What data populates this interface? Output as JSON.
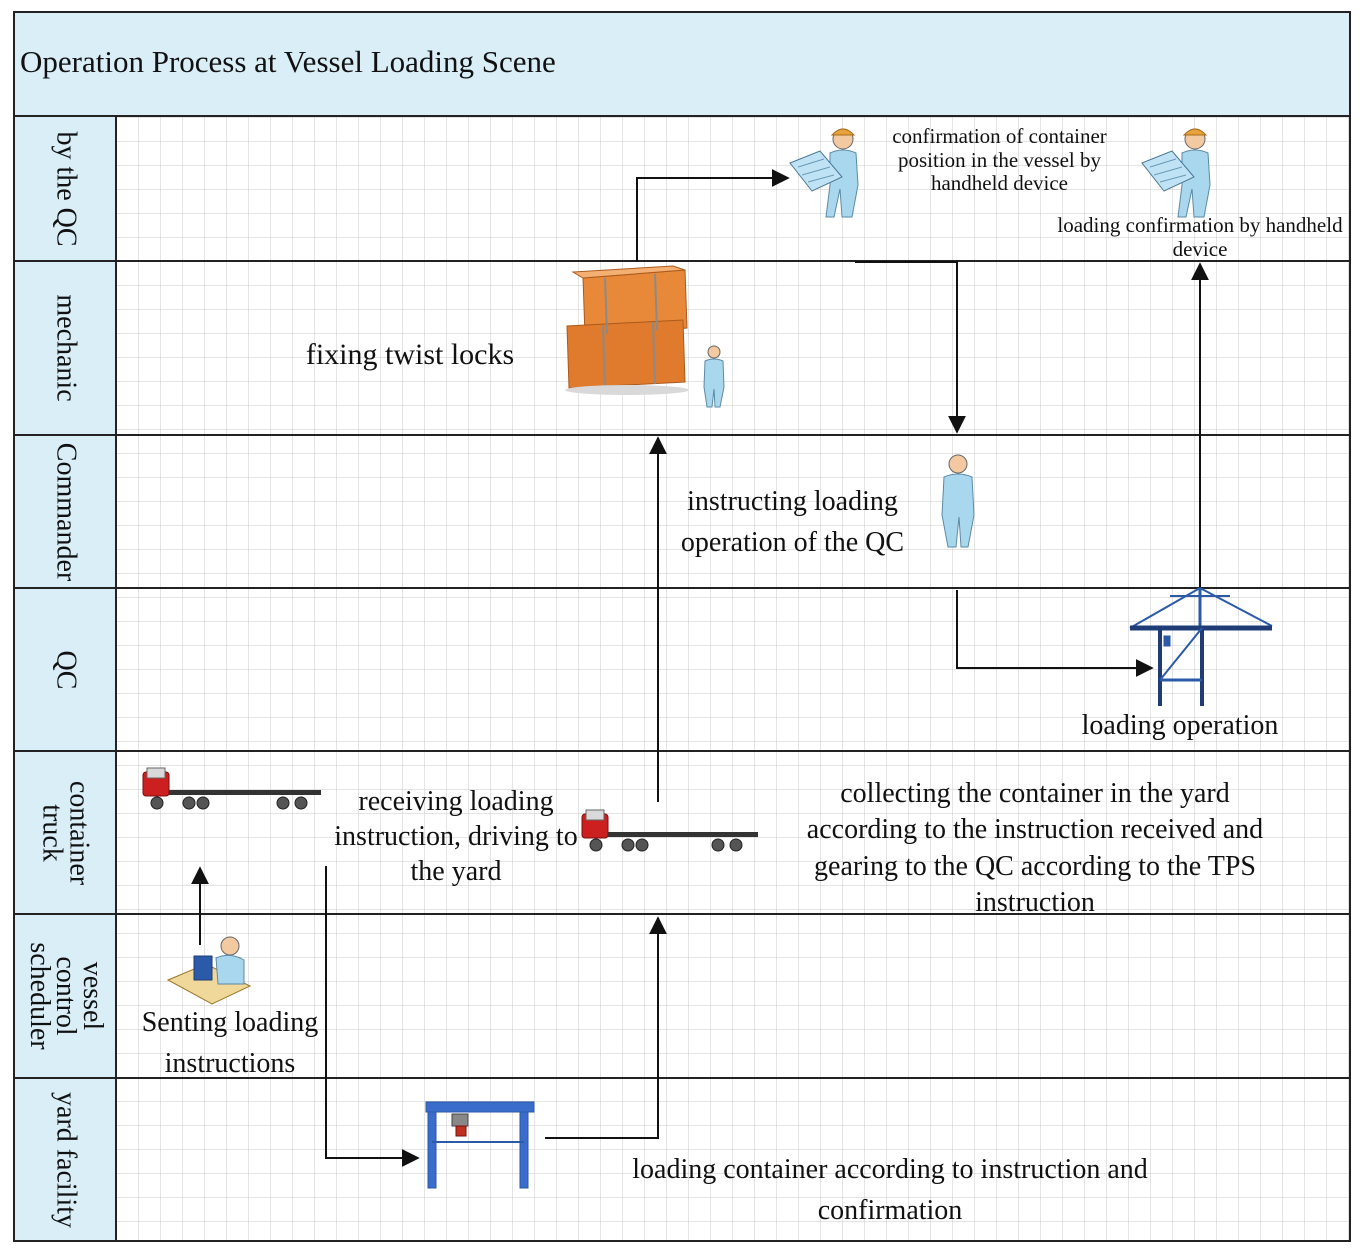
{
  "title": "Operation Process at Vessel Loading Scene",
  "lanes": [
    "by the QC",
    "mechanic",
    "Commander",
    "QC",
    "container truck",
    "vessel control scheduler",
    "yard facility"
  ],
  "labels": {
    "confirm_position": "confirmation of container position in the vessel by handheld device",
    "loading_confirmation": "loading confirmation by handheld device",
    "fixing_twist_locks": "fixing twist locks",
    "instructing_loading": "instructing loading operation of the QC",
    "loading_operation": "loading operation",
    "receiving_instruction": "receiving loading instruction, driving to the yard",
    "collecting_container": "collecting the container in the yard according to the instruction received and gearing to the QC according to the TPS instruction",
    "senting_instructions": "Senting loading instructions",
    "loading_container": "loading container according to instruction and confirmation"
  },
  "colors": {
    "header_bg": "#d9eef7",
    "lane_bg": "#d9eef7",
    "grid": "#c8c8c8",
    "border": "#222222",
    "crane_blue": "#2a5aa8",
    "box_orange": "#e8893a",
    "truck_red": "#cc1f1f",
    "worker_blue": "#a9d7ee",
    "helmet": "#e8a23a"
  },
  "icons": [
    "worker-tablet-icon",
    "boxes-icon",
    "worker-icon",
    "quay-crane-icon",
    "truck-icon",
    "scheduler-computer-icon",
    "gantry-crane-icon"
  ]
}
